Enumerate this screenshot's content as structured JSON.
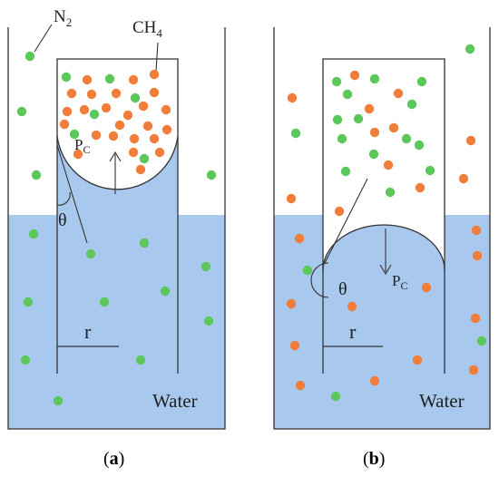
{
  "panel_a": {
    "label_n2": "N",
    "label_n2_sub": "2",
    "label_ch4": "CH",
    "label_ch4_sub": "4",
    "label_pc": "P",
    "label_pc_sub": "C",
    "label_theta": "θ",
    "label_r": "r",
    "label_water": "Water",
    "caption_open": "(",
    "caption_letter": "a",
    "caption_close": ")"
  },
  "panel_b": {
    "label_pc": "P",
    "label_pc_sub": "C",
    "label_theta": "θ",
    "label_r": "r",
    "label_water": "Water",
    "caption_open": "(",
    "caption_letter": "b",
    "caption_close": ")"
  },
  "colors": {
    "water": "#a9c8ee",
    "n2_molecule": "#5cc85c",
    "ch4_molecule": "#f07e3a",
    "line": "#333333"
  }
}
